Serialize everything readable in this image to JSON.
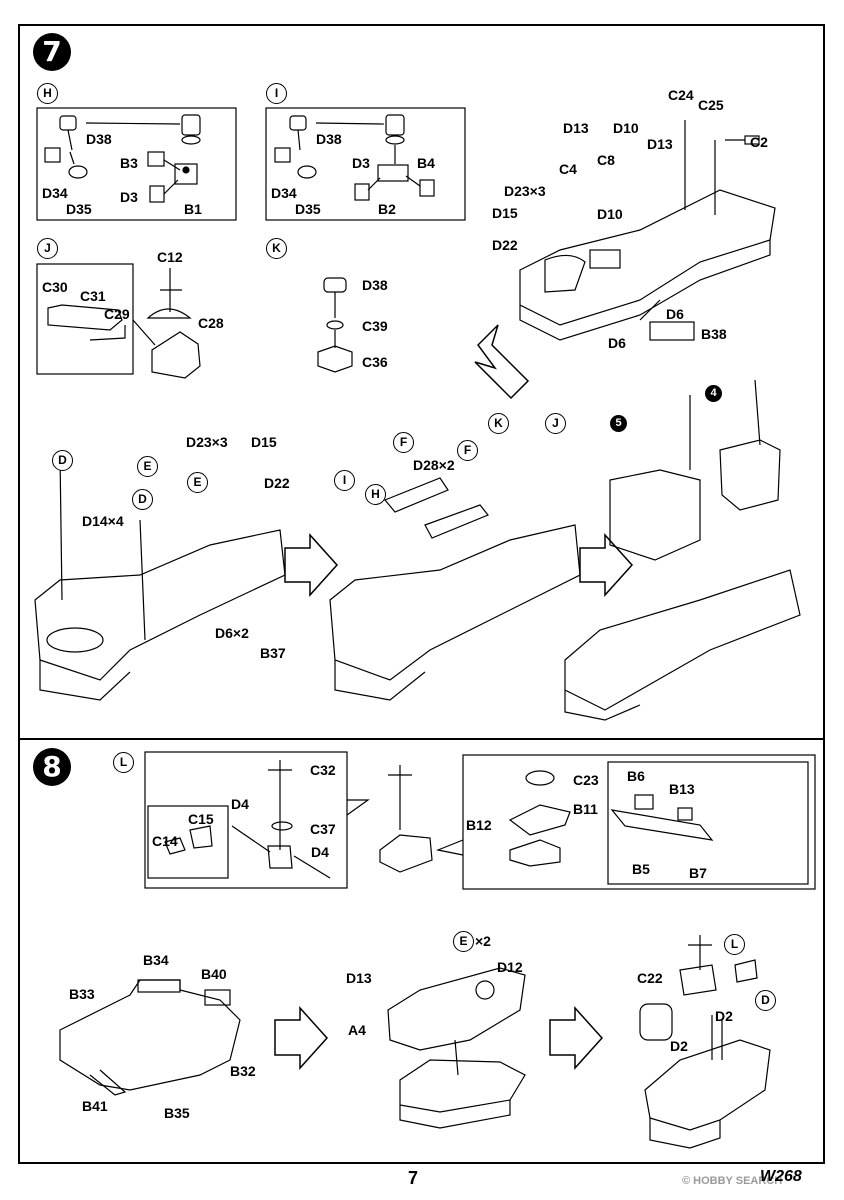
{
  "steps": {
    "s7": "7",
    "s8": "8",
    "ref5": "5",
    "ref4": "4"
  },
  "subassemblies": {
    "H": "H",
    "I": "I",
    "J": "J",
    "K": "K",
    "L": "L",
    "D": "D",
    "E": "E",
    "F": "F"
  },
  "step7": {
    "H": {
      "d38": "D38",
      "b3": "B3",
      "d34": "D34",
      "d35": "D35",
      "d3": "D3",
      "b1": "B1"
    },
    "I": {
      "d38": "D38",
      "d3": "D3",
      "b4": "B4",
      "d34": "D34",
      "d35": "D35",
      "b2": "B2"
    },
    "J": {
      "c12": "C12",
      "c30": "C30",
      "c31": "C31",
      "c29": "C29",
      "c28": "C28"
    },
    "K": {
      "d38": "D38",
      "c39": "C39",
      "c36": "C36"
    },
    "top_right": {
      "c24": "C24",
      "c25": "C25",
      "d13a": "D13",
      "d10a": "D10",
      "d13b": "D13",
      "c2": "C2",
      "c4": "C4",
      "c8": "C8",
      "d23x3": "D23×3",
      "d10b": "D10",
      "d15": "D15",
      "d22": "D22",
      "d6a": "D6",
      "d6b": "D6",
      "b38": "B38"
    },
    "mid_left": {
      "d23x3": "D23×3",
      "d15": "D15",
      "d22": "D22",
      "d14x4": "D14×4",
      "d6x2": "D6×2",
      "b37": "B37"
    },
    "mid_center": {
      "d28x2": "D28×2"
    }
  },
  "step8": {
    "L": {
      "c32": "C32",
      "d4a": "D4",
      "c37": "C37",
      "c15": "C15",
      "c14": "C14",
      "d4b": "D4"
    },
    "L2": {
      "c23": "C23",
      "b6": "B6",
      "b13": "B13",
      "b11": "B11",
      "b12": "B12",
      "b5": "B5",
      "b7": "B7"
    },
    "hull": {
      "b34": "B34",
      "b40": "B40",
      "b33": "B33",
      "b32": "B32",
      "b41": "B41",
      "b35": "B35"
    },
    "deck": {
      "ex2": "×2",
      "d13": "D13",
      "d12": "D12",
      "a4": "A4"
    },
    "final": {
      "c22": "C22",
      "d2a": "D2",
      "d2b": "D2"
    }
  },
  "footer": {
    "page": "7",
    "code": "W268",
    "watermark": "© HOBBY SEARCH"
  }
}
